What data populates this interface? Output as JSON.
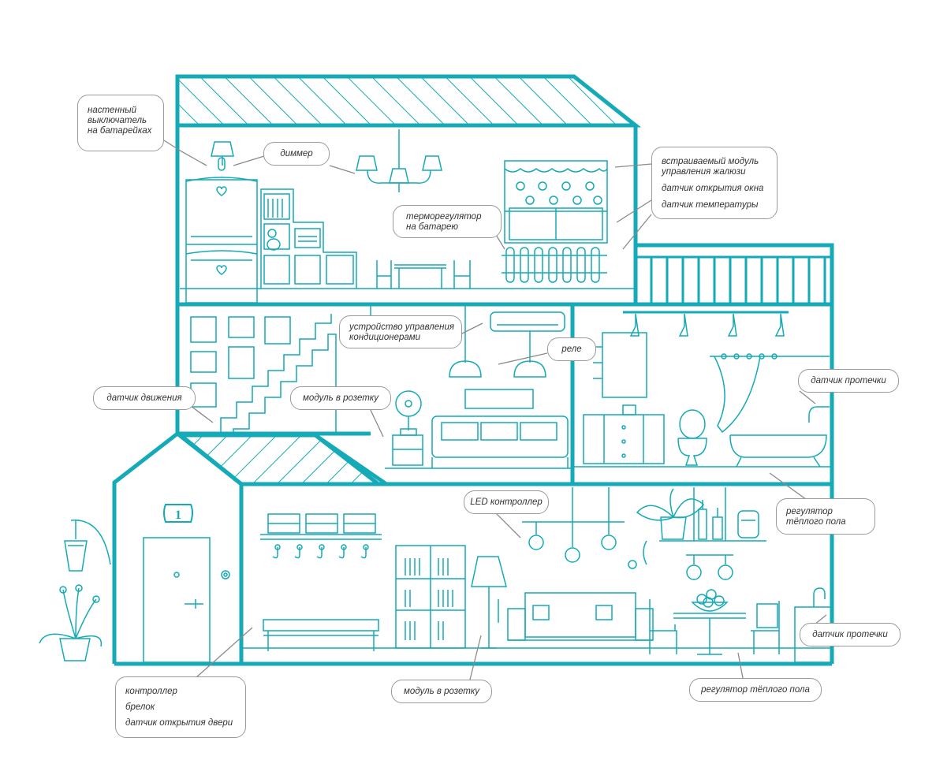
{
  "accent_color": "#14aab8",
  "callout_border_color": "#9a9a9a",
  "house_number": "1",
  "callouts": {
    "wall_switch": [
      "настенный",
      "выключатель",
      "на батарейках"
    ],
    "dimmer": [
      "диммер"
    ],
    "blinds": [
      "встраиваемый модуль",
      "управления жалюзи",
      "датчик открытия окна",
      "датчик температуры"
    ],
    "radiator_thermostat": [
      "терморегулятор",
      "на батарею"
    ],
    "ac_control": [
      "устройство управления",
      "кондиционерами"
    ],
    "relay": [
      "реле"
    ],
    "motion_sensor": [
      "датчик движения"
    ],
    "plug_module_fan": [
      "модуль в розетку"
    ],
    "leak_sensor_bath": [
      "датчик протечки"
    ],
    "floor_heating_bath": [
      "регулятор",
      "тёплого пола"
    ],
    "led_controller": [
      "LED контроллер"
    ],
    "entrance": [
      "контроллер",
      "брелок",
      "датчик открытия двери"
    ],
    "plug_module_lamp": [
      "модуль в розетку"
    ],
    "floor_heating_kitchen": [
      "регулятор тёплого пола"
    ],
    "leak_sensor_kitchen": [
      "датчик протечки"
    ]
  }
}
